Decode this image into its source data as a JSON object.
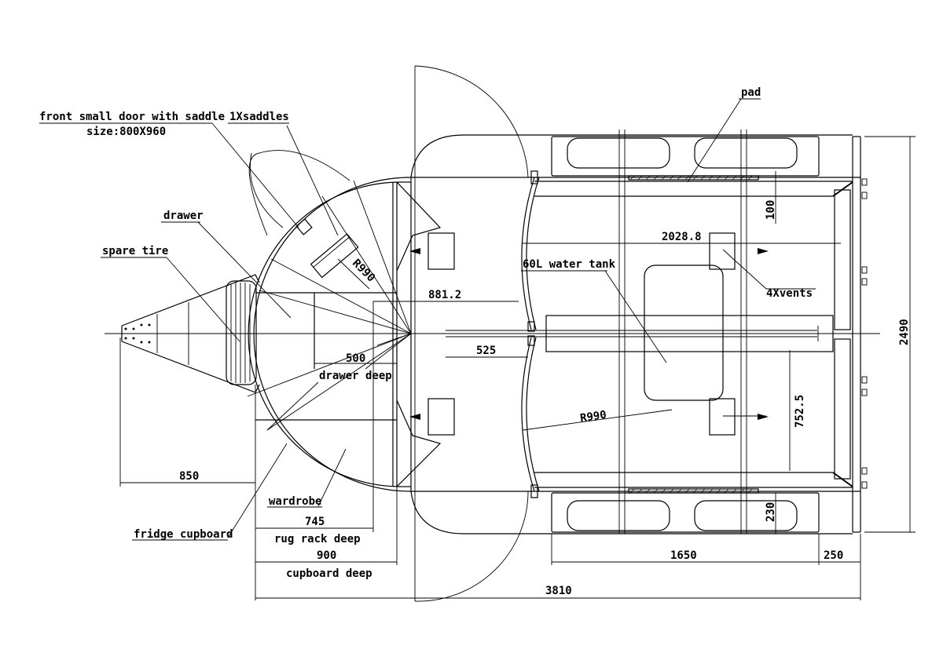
{
  "labels": {
    "front_door": "front small door with saddle",
    "front_door_size": "size:800X960",
    "saddles": "1Xsaddles",
    "drawer": "drawer",
    "spare_tire": "spare tire",
    "pad": "pad",
    "water_tank": "60L water tank",
    "vents": "4Xvents",
    "drawer_deep": "drawer deep",
    "wardrobe": "wardrobe",
    "fridge_cupboard": "fridge cupboard",
    "rug_rack_deep": "rug rack deep",
    "cupboard_deep": "cupboard deep"
  },
  "dimensions": {
    "d_2028_8": "2028.8",
    "d_881_2": "881.2",
    "d_525": "525",
    "d_500": "500",
    "d_r990_front": "R990",
    "d_r990_door": "R990",
    "d_100": "100",
    "d_752_5": "752.5",
    "d_230": "230",
    "d_2490": "2490",
    "d_850": "850",
    "d_745": "745",
    "d_900": "900",
    "d_1650": "1650",
    "d_250": "250",
    "d_3810": "3810"
  }
}
